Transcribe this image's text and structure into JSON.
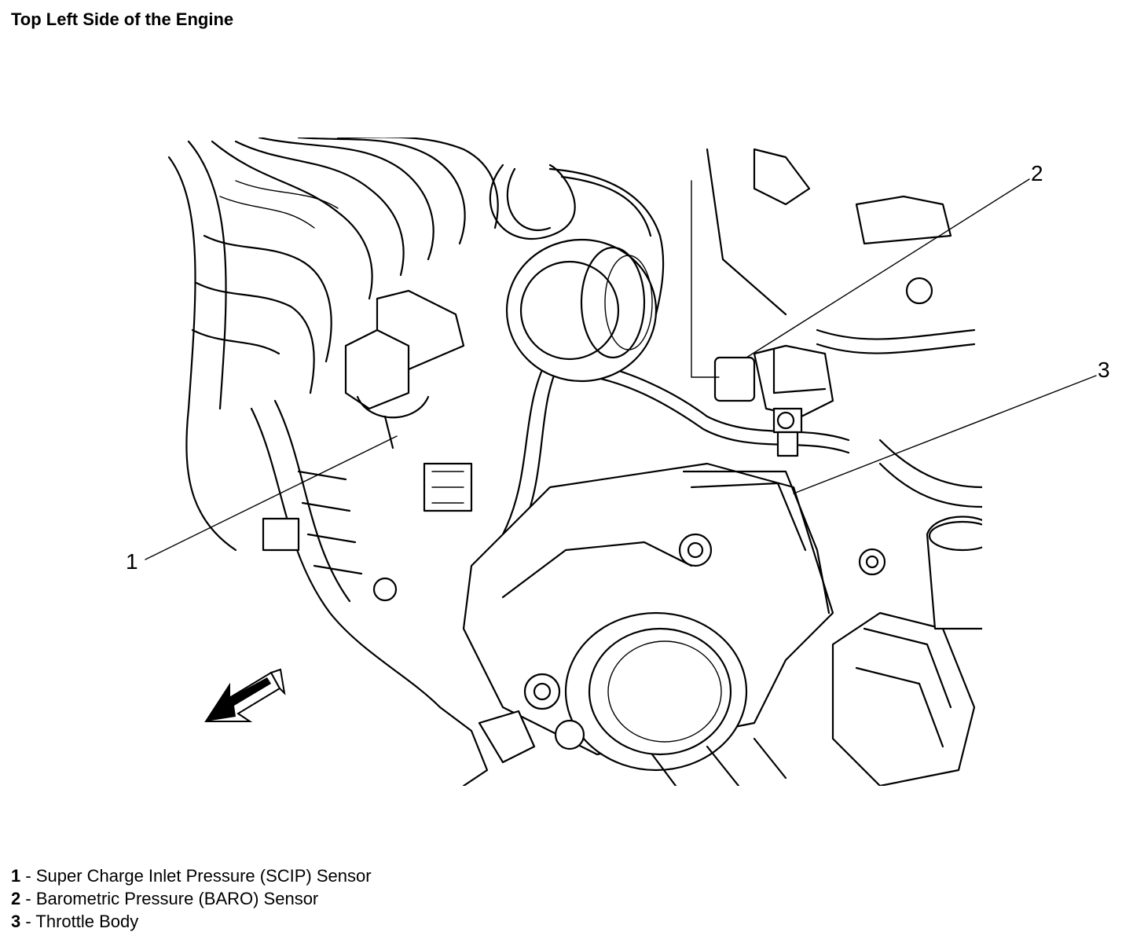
{
  "title": "Top Left Side of the Engine",
  "callouts": [
    {
      "number": "1",
      "label": "Super Charge Inlet Pressure (SCIP) Sensor"
    },
    {
      "number": "2",
      "label": "Barometric Pressure (BARO) Sensor"
    },
    {
      "number": "3",
      "label": "Throttle Body"
    }
  ],
  "icons": {
    "direction_arrow": "front-direction-arrow-icon"
  }
}
